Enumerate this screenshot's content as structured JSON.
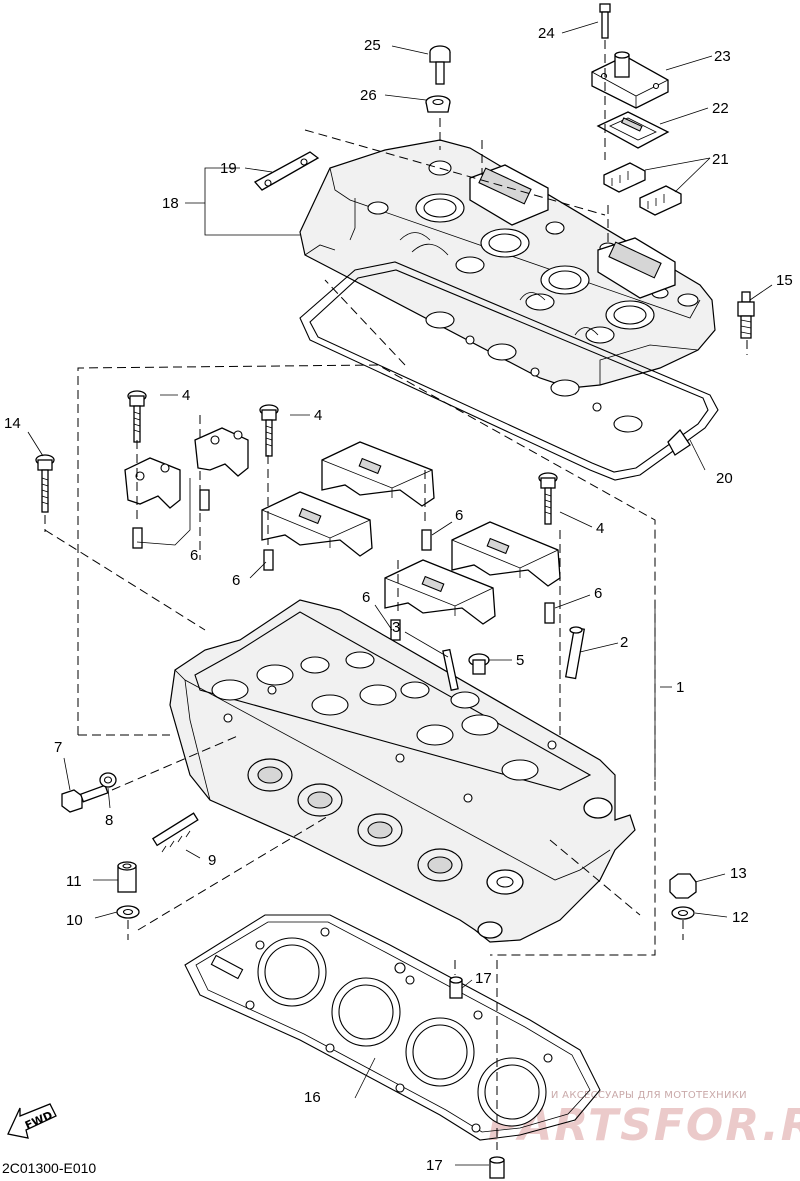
{
  "diagram": {
    "code": "2C01300-E010",
    "fwd_label": "FWD",
    "watermark": {
      "line1": "ЗАПЧАСТИ И АКСЕССУАРЫ ДЛЯ МОТОТЕХНИКИ",
      "line2": "PARTSFOR.RU"
    },
    "callouts": [
      {
        "id": "c1",
        "label": "1"
      },
      {
        "id": "c2",
        "label": "2"
      },
      {
        "id": "c3",
        "label": "3"
      },
      {
        "id": "c4a",
        "label": "4"
      },
      {
        "id": "c4b",
        "label": "4"
      },
      {
        "id": "c4c",
        "label": "4"
      },
      {
        "id": "c5",
        "label": "5"
      },
      {
        "id": "c6a",
        "label": "6"
      },
      {
        "id": "c6b",
        "label": "6"
      },
      {
        "id": "c6c",
        "label": "6"
      },
      {
        "id": "c6d",
        "label": "6"
      },
      {
        "id": "c6e",
        "label": "6"
      },
      {
        "id": "c7",
        "label": "7"
      },
      {
        "id": "c8",
        "label": "8"
      },
      {
        "id": "c9",
        "label": "9"
      },
      {
        "id": "c10",
        "label": "10"
      },
      {
        "id": "c11",
        "label": "11"
      },
      {
        "id": "c12",
        "label": "12"
      },
      {
        "id": "c13",
        "label": "13"
      },
      {
        "id": "c14",
        "label": "14"
      },
      {
        "id": "c15",
        "label": "15"
      },
      {
        "id": "c16",
        "label": "16"
      },
      {
        "id": "c17a",
        "label": "17"
      },
      {
        "id": "c17b",
        "label": "17"
      },
      {
        "id": "c18",
        "label": "18"
      },
      {
        "id": "c19",
        "label": "19"
      },
      {
        "id": "c20",
        "label": "20"
      },
      {
        "id": "c21",
        "label": "21"
      },
      {
        "id": "c22",
        "label": "22"
      },
      {
        "id": "c23",
        "label": "23"
      },
      {
        "id": "c24",
        "label": "24"
      },
      {
        "id": "c25",
        "label": "25"
      },
      {
        "id": "c26",
        "label": "26"
      }
    ]
  }
}
